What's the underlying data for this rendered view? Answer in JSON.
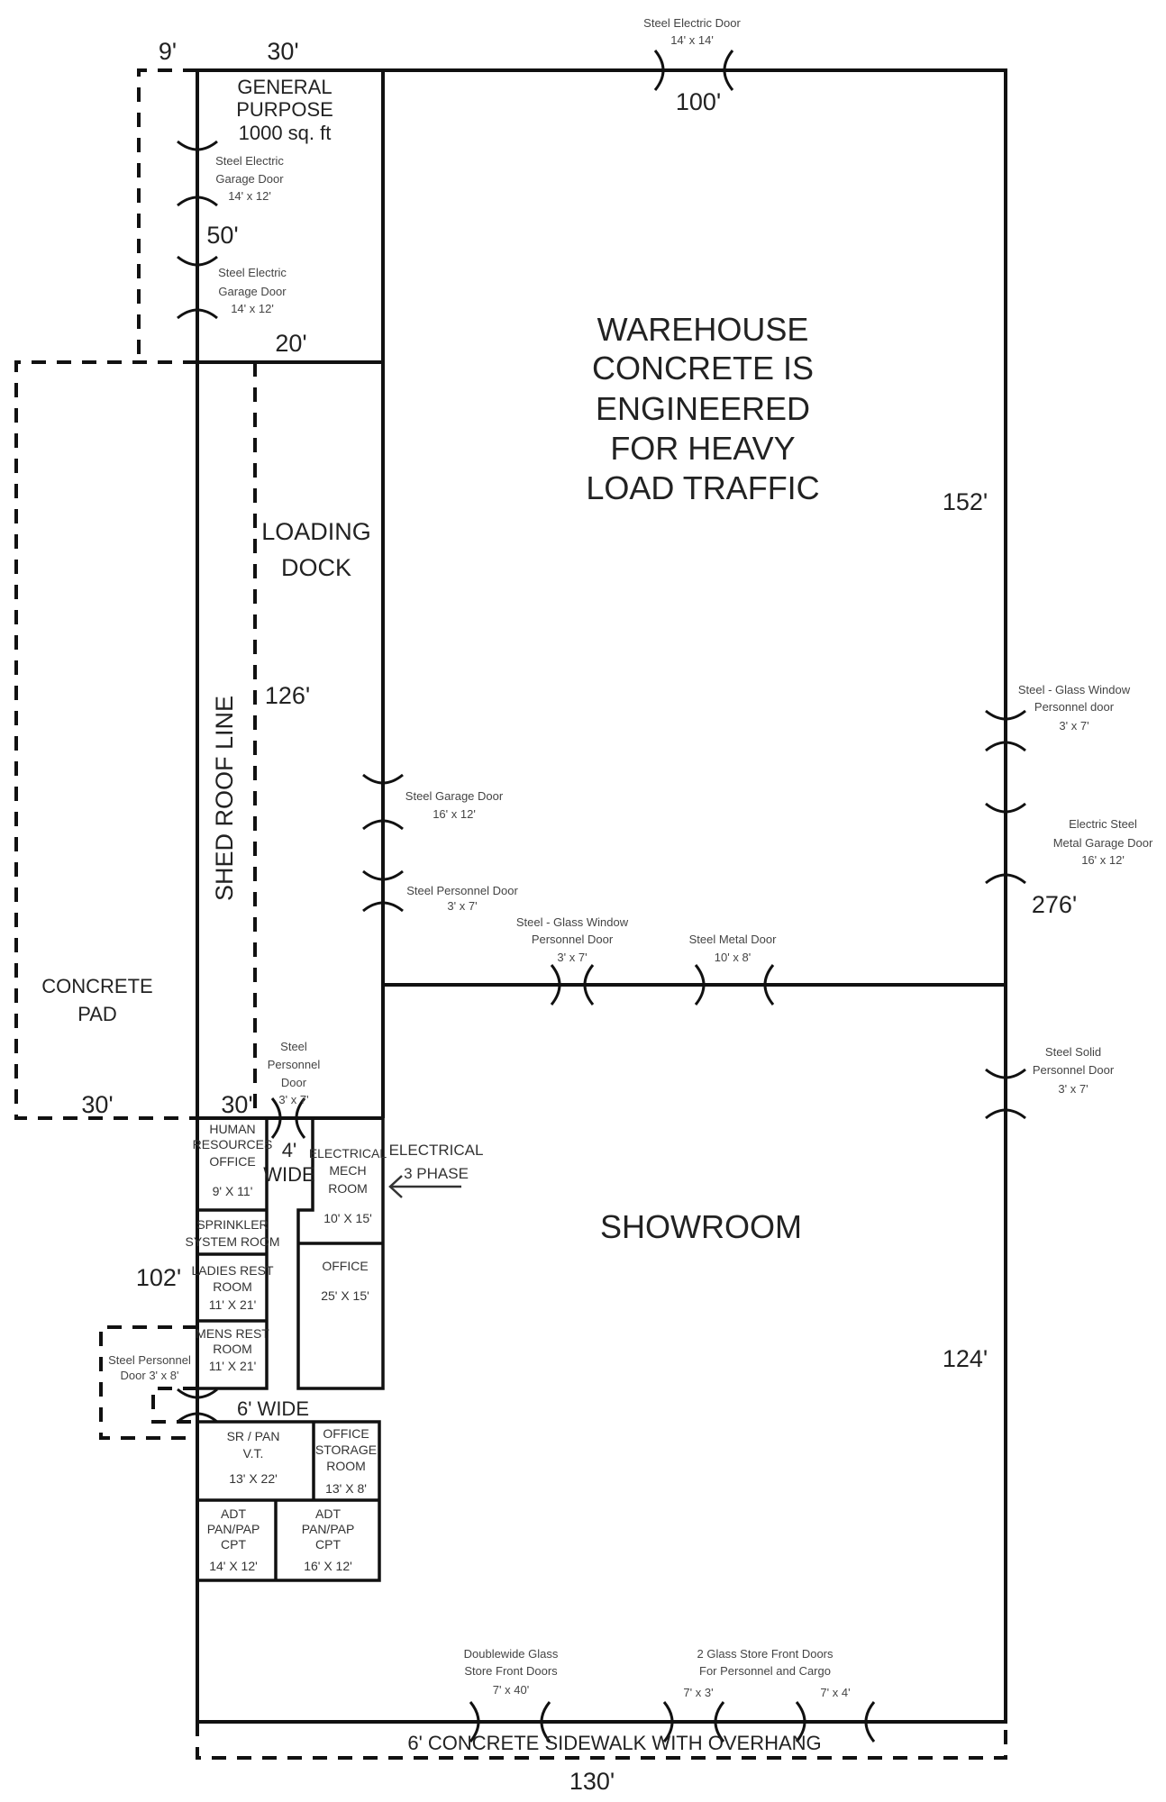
{
  "dimensions": {
    "pad_offset": "9'",
    "gp_width": "30'",
    "warehouse_width": "100'",
    "gp_depth": "50'",
    "gp_bottom": "20'",
    "warehouse_depth": "152'",
    "loading_dock_depth": "126'",
    "right_total": "276'",
    "concrete_pad_width": "30'",
    "loading_width": "30'",
    "office_depth": "102'",
    "showroom_depth": "124'",
    "front_width": "130'",
    "corridor_4": [
      "4'",
      "WIDE"
    ],
    "corridor_6": "6' WIDE"
  },
  "areas": {
    "general_purpose": [
      "GENERAL",
      "PURPOSE",
      "1000 sq. ft"
    ],
    "warehouse": [
      "WAREHOUSE",
      "CONCRETE IS",
      "ENGINEERED",
      "FOR HEAVY",
      "LOAD TRAFFIC"
    ],
    "loading_dock": [
      "LOADING",
      "DOCK"
    ],
    "shed_roof": "SHED ROOF LINE",
    "concrete_pad": [
      "CONCRETE",
      "PAD"
    ],
    "showroom": "SHOWROOM",
    "sidewalk": "6' CONCRETE SIDEWALK WITH OVERHANG",
    "electrical_feed": [
      "ELECTRICAL",
      "3 PHASE"
    ]
  },
  "rooms": {
    "hr": [
      "HUMAN",
      "RESOURCES",
      "OFFICE",
      "9' X 11'"
    ],
    "electrical": [
      "ELECTRICAL",
      "MECH",
      "ROOM",
      "10' X 15'"
    ],
    "sprinkler": [
      "SPRINKLER",
      "SYSTEM ROOM"
    ],
    "ladies": [
      "LADIES REST",
      "ROOM",
      "11' X 21'"
    ],
    "office": [
      "OFFICE",
      "25' X 15'"
    ],
    "mens": [
      "MENS REST",
      "ROOM",
      "11' X 21'"
    ],
    "sr_pan": [
      "SR / PAN",
      "V.T.",
      "13' X 22'"
    ],
    "storage": [
      "OFFICE",
      "STORAGE",
      "ROOM",
      "13' X 8'"
    ],
    "adt1": [
      "ADT",
      "PAN/PAP",
      "CPT",
      "14' X 12'"
    ],
    "adt2": [
      "ADT",
      "PAN/PAP",
      "CPT",
      "16' X 12'"
    ]
  },
  "doors": {
    "top": [
      "Steel Electric Door",
      "14' x 14'"
    ],
    "gp1": [
      "Steel Electric",
      "Garage Door",
      "14' x 12'"
    ],
    "gp2": [
      "Steel Electric",
      "Garage Door",
      "14' x 12'"
    ],
    "dock_garage": [
      "Steel Garage Door",
      "16' x 12'"
    ],
    "dock_personnel": [
      "Steel Personnel Door",
      "3' x 7'"
    ],
    "divider_glass": [
      "Steel - Glass Window",
      "Personnel Door",
      "3' x 7'"
    ],
    "divider_metal": [
      "Steel Metal Door",
      "10' x 8'"
    ],
    "right_glass": [
      "Steel - Glass Window",
      "Personnel door",
      "3' x 7'"
    ],
    "right_garage": [
      "Electric Steel",
      "Metal Garage Door",
      "16' x 12'"
    ],
    "right_solid": [
      "Steel Solid",
      "Personnel Door",
      "3' x 7'"
    ],
    "office_personnel": [
      "Steel",
      "Personnel",
      "Door",
      "3' x 7'"
    ],
    "side_personnel": [
      "Steel Personnel",
      "Door 3' x 8'"
    ],
    "front_double": [
      "Doublewide Glass",
      "Store Front Doors",
      "7' x 40'"
    ],
    "front_two": [
      "2 Glass Store Front Doors",
      "For Personnel and Cargo"
    ],
    "front_a": "7' x 3'",
    "front_b": "7' x 4'"
  }
}
